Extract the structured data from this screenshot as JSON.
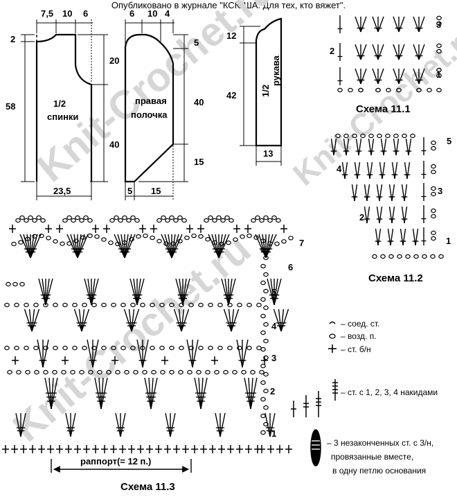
{
  "header": "Опубликовано в журнале \"КСЮША. Для тех, кто вяжет\".",
  "watermark": "Knit-Crochet.ru",
  "back": {
    "top_dims": [
      "7,5",
      "10",
      "6"
    ],
    "left_small": "2",
    "left_total": "58",
    "right_upper": "20",
    "right_lower": "40",
    "bottom": "23,5",
    "label_1": "1/2",
    "label_2": "спинки"
  },
  "front": {
    "top_dims": [
      "6",
      "10",
      "4"
    ],
    "right_small": "5",
    "right_mid": "40",
    "right_low": "15",
    "bottom_dims": [
      "5",
      "15"
    ],
    "label_1": "правая",
    "label_2": "полочка"
  },
  "sleeve": {
    "left_upper": "12",
    "left_lower": "42",
    "bottom": "13",
    "label_1": "1/2",
    "label_2": "рукава"
  },
  "scheme_11_1": {
    "caption": "Схема 11.1",
    "rows": [
      "1",
      "2",
      "3"
    ]
  },
  "scheme_11_2": {
    "caption": "Схема 11.2",
    "rows": [
      "1",
      "2",
      "3",
      "4",
      "5"
    ]
  },
  "scheme_11_3": {
    "caption": "Схема 11.3",
    "rows": [
      "1",
      "2",
      "3",
      "4",
      "5",
      "6",
      "7"
    ],
    "repeat": "раппорт(= 12 п.)"
  },
  "legend": [
    {
      "icon": "slip-stitch-icon",
      "text": "– соед. ст."
    },
    {
      "icon": "chain-stitch-icon",
      "text": "– возд. п."
    },
    {
      "icon": "single-crochet-icon",
      "text": "– ст. б/н"
    },
    {
      "icon": "treble-stitches-icon",
      "text": "– ст. с 1, 2, 3, 4 накидами"
    },
    {
      "icon": "cluster-icon",
      "text": "– 3 незаконченных ст. с 3/н,"
    },
    {
      "icon": "",
      "text": "провязанные вместе,"
    },
    {
      "icon": "",
      "text": "в одну петлю основания"
    }
  ],
  "colors": {
    "ink": "#000000",
    "watermark": "#d6d6d6"
  }
}
